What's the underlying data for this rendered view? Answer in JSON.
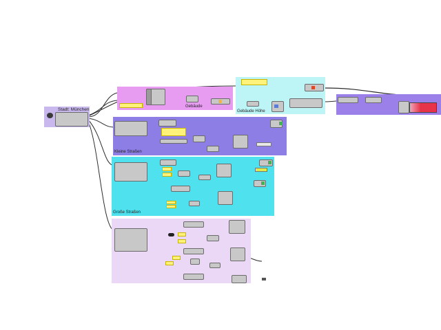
{
  "groups": {
    "source": {
      "label": "Stadt: München",
      "color": "#c9b8ee"
    },
    "gebaeude": {
      "label": "Gebäude",
      "color": "#e79cf2"
    },
    "gebaeude_hoehe": {
      "label": "Gebäude Höhe",
      "color": "#bdf5f7"
    },
    "kleine_strassen": {
      "label": "Kleine Straßen",
      "color": "#8d7ee6"
    },
    "grosse_strassen": {
      "label": "Große Straßen",
      "color": "#4fe2ee"
    },
    "lower": {
      "label": "",
      "color": "#ead8f6"
    },
    "right": {
      "label": "",
      "color": "#9b80ea"
    }
  },
  "colors": {
    "wire": "#2b2b2b",
    "wire_dashed": "#3a3a3a",
    "node": "#c8c8c8",
    "slider": "#fff27a",
    "accent_red": "#e8344a",
    "accent_green": "#3fb34f"
  }
}
